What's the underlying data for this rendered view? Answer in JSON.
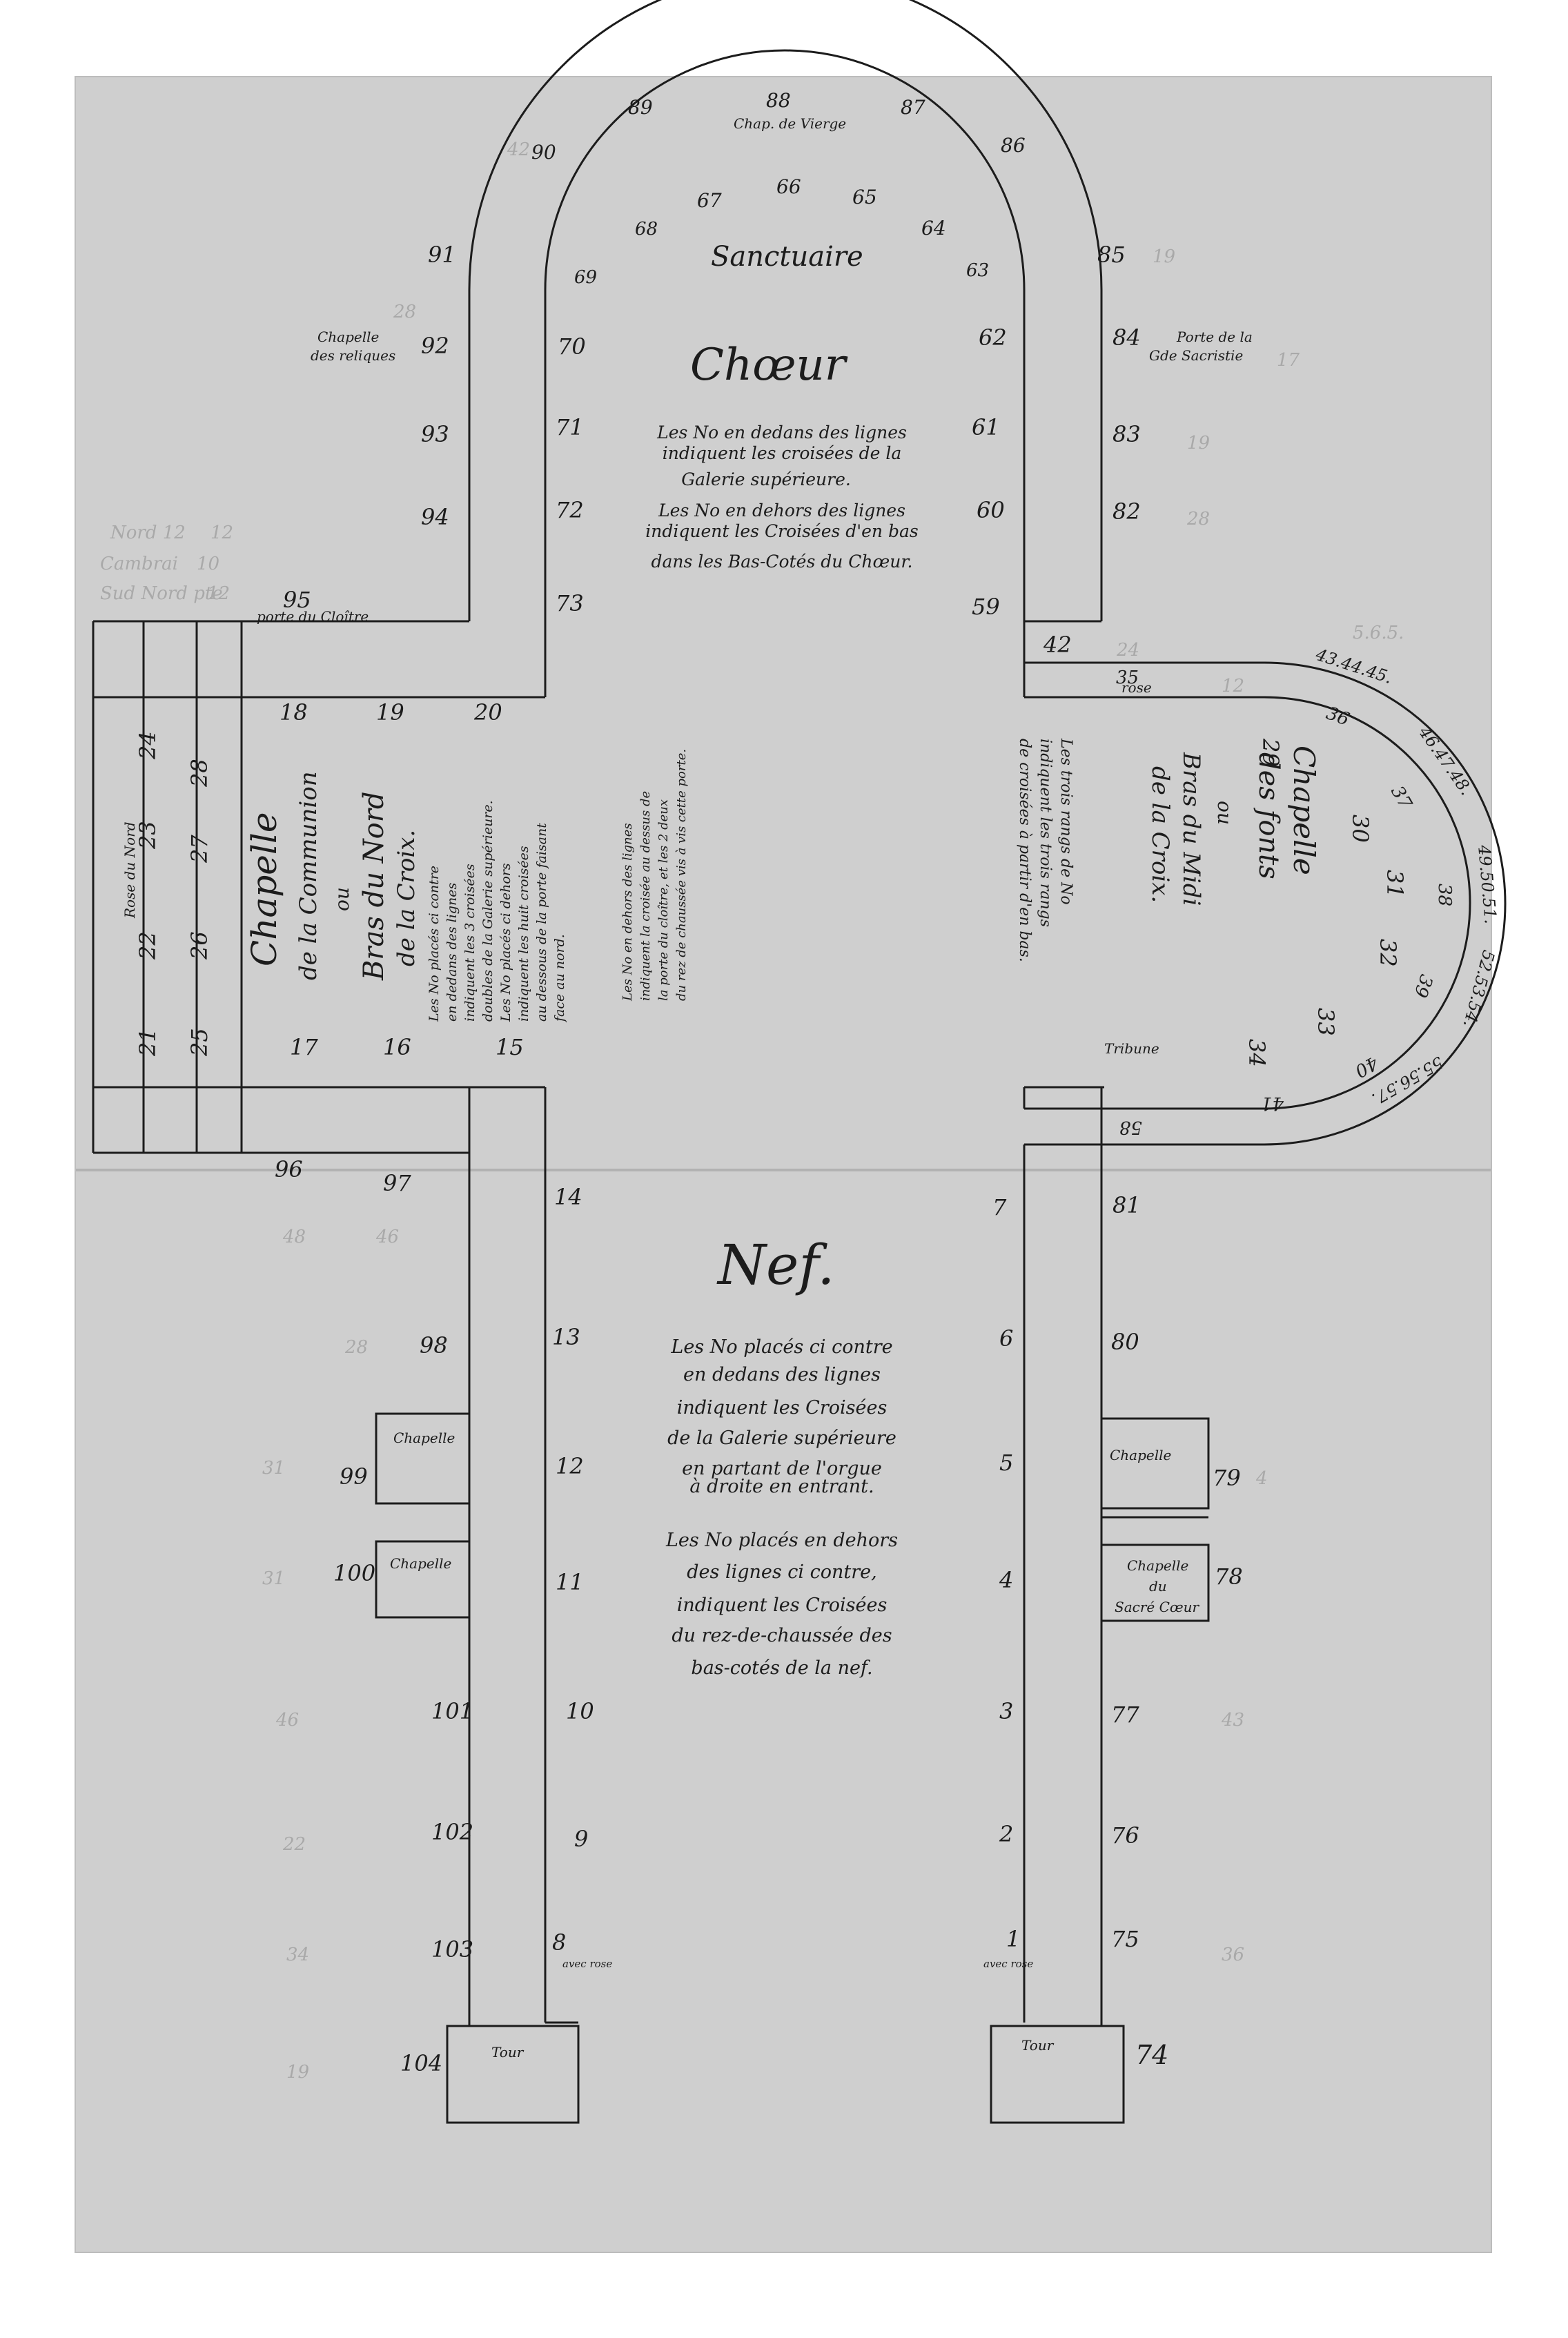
{
  "titles": {
    "sanctuaire": "Sanctuaire",
    "choeur": "Chœur",
    "nef": "Nef.",
    "chap_vierge": "Chap. de Vierge",
    "porte_cloitre": "porte du Cloître",
    "porte_sacristie_1": "Porte de la",
    "porte_sacristie_2": "Gde Sacristie",
    "chapelle_reliques_1": "Chapelle",
    "chapelle_reliques_2": "des reliques",
    "rose_nord": "Rose du Nord",
    "rose_sud": "rose",
    "tribune": "Tribune"
  },
  "notes": {
    "choeur": [
      "Les No en dedans des lignes",
      "indiquent les croisées de la",
      "Galerie supérieure.",
      "Les No en dehors des lignes",
      "indiquent les Croisées d'en bas",
      "dans les Bas-Cotés du Chœur."
    ],
    "nef_1": [
      "Les No placés ci contre",
      "en dedans des lignes",
      "indiquent les Croisées",
      "de la Galerie supérieure",
      "en partant de l'orgue",
      "à droite en entrant."
    ],
    "nef_2": [
      "Les No placés en dehors",
      "des lignes ci contre,",
      "indiquent les Croisées",
      "du rez-de-chaussée des",
      "bas-cotés de la nef."
    ],
    "north_chapel": [
      "Chapelle",
      "de la Communion",
      "ou",
      "Bras du Nord",
      "de la Croix."
    ],
    "north_note_1": [
      "Les No placés ci contre",
      "en dedans des lignes",
      "indiquent les 3 croisées",
      "doubles de la Galerie supérieure.",
      "Les No placés ci dehors",
      "indiquent les huit croisées",
      "au dessous de la porte faisant",
      "face au nord."
    ],
    "north_note_2": [
      "Les No en dehors des lignes",
      "indiquent la croisée au dessus de",
      "la porte du cloître, et les 2 deux",
      "du rez de chaussée vis à vis cette porte."
    ],
    "south_chapel": [
      "Chapelle",
      "des fonts",
      "ou",
      "Bras du Midi",
      "de la Croix."
    ],
    "south_note": [
      "Les trois rangs de No",
      "indiquent les trois rangs",
      "de croisées à partir d'en bas."
    ]
  },
  "chapels": {
    "west_1": "Chapelle",
    "west_2": "Chapelle",
    "east_1": "Chapelle",
    "east_2a": "Chapelle",
    "east_2b": "du",
    "east_2c": "Sacré Cœur",
    "tour_left": "Tour",
    "tour_right": "Tour",
    "avec_rose_l": "avec rose",
    "avec_rose_r": "avec rose"
  },
  "numbers": {
    "n1": "1",
    "n2": "2",
    "n3": "3",
    "n4": "4",
    "n5": "5",
    "n6": "6",
    "n7": "7",
    "n8": "8",
    "n9": "9",
    "n10": "10",
    "n11": "11",
    "n12": "12",
    "n13": "13",
    "n14": "14",
    "n15": "15",
    "n16": "16",
    "n17": "17",
    "n18": "18",
    "n19": "19",
    "n20": "20",
    "n21": "21",
    "n22": "22",
    "n23": "23",
    "n24": "24",
    "n25": "25",
    "n26": "26",
    "n27": "27",
    "n28": "28",
    "n29": "29",
    "n30": "30",
    "n31": "31",
    "n32": "32",
    "n33": "33",
    "n34": "34",
    "n35": "35",
    "n36": "36",
    "n37": "37",
    "n38": "38",
    "n39": "39",
    "n40": "40",
    "n41": "41",
    "n42": "42",
    "n43": "43.44.45.",
    "n46": "46.47.48.",
    "n49": "49.50.51.",
    "n52": "52.53.54.",
    "n55": "55.56.57.",
    "n58": "58",
    "n59": "59",
    "n60": "60",
    "n61": "61",
    "n62": "62",
    "n63": "63",
    "n64": "64",
    "n65": "65",
    "n66": "66",
    "n67": "67",
    "n68": "68",
    "n69": "69",
    "n70": "70",
    "n71": "71",
    "n72": "72",
    "n73": "73",
    "n74": "74",
    "n75": "75",
    "n76": "76",
    "n77": "77",
    "n78": "78",
    "n79": "79",
    "n80": "80",
    "n81": "81",
    "n82": "82",
    "n83": "83",
    "n84": "84",
    "n85": "85",
    "n86": "86",
    "n87": "87",
    "n88": "88",
    "n89": "89",
    "n90": "90",
    "n91": "91",
    "n92": "92",
    "n93": "93",
    "n94": "94",
    "n95": "95",
    "n96": "96",
    "n97": "97",
    "n98": "98",
    "n99": "99",
    "n100": "100",
    "n101": "101",
    "n102": "102",
    "n103": "103",
    "n104": "104"
  },
  "pencil": {
    "p1": "Nord 12",
    "p1b": "12",
    "p2": "Cambrai",
    "p2b": "10",
    "p3": "Sud Nord pte",
    "p3b": "12",
    "p4": "28",
    "p5": "42",
    "p6": "19",
    "p7": "17",
    "p8": "28",
    "p9": "19",
    "p10": "5.6.5.",
    "p11": "24",
    "p12": "12",
    "p13": "48",
    "p14": "46",
    "p15": "28",
    "p16": "31",
    "p17": "31",
    "p18": "46",
    "p19": "22",
    "p20": "34",
    "p21": "19",
    "p22": "43",
    "p23": "36",
    "p24": "4"
  }
}
